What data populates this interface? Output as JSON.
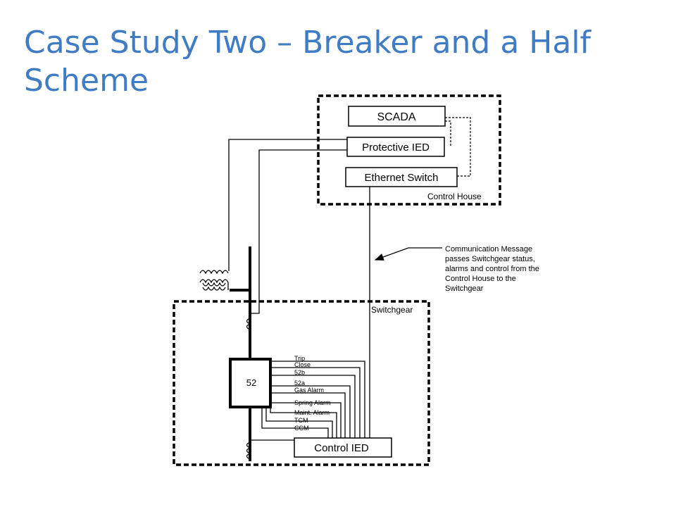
{
  "slide": {
    "title": "Case Study Two – Breaker and a Half Scheme"
  },
  "diagram": {
    "control_house": {
      "label": "Control House",
      "scada": "SCADA",
      "protective_ied": "Protective IED",
      "ethernet_switch": "Ethernet Switch"
    },
    "switchgear": {
      "label": "Switchgear",
      "breaker": "52",
      "control_ied": "Control IED",
      "signals": [
        "Trip",
        "Close",
        "52b",
        "52a",
        "Gas Alarm",
        "Spring Alarm",
        "Maint. Alarm",
        "TCM",
        "CCM"
      ]
    },
    "annotation": {
      "lines": [
        "Communication Message",
        "passes Switchgear status,",
        "alarms and control from the",
        "Control House to the",
        "Switchgear"
      ]
    }
  }
}
